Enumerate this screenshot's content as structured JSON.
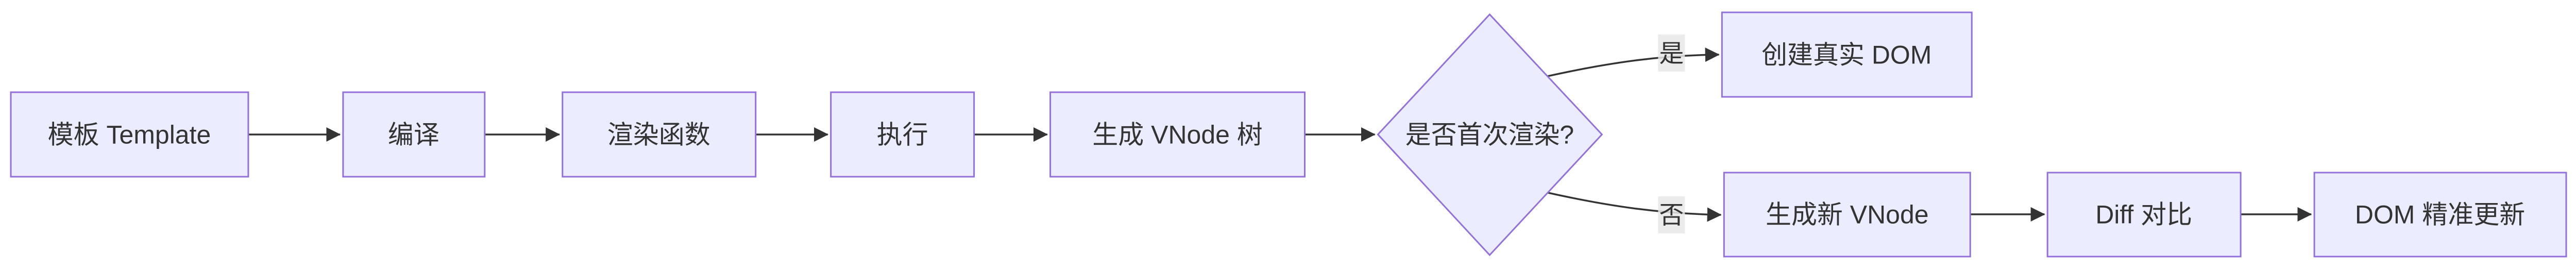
{
  "diagram": {
    "type": "flowchart",
    "direction": "left-to-right",
    "colors": {
      "node_fill": "#ECECFF",
      "node_border": "#9370DB",
      "edge": "#333333",
      "text": "#333333",
      "edge_label_bg": "#E8E8E8",
      "background": "#FFFFFF"
    },
    "nodes": [
      {
        "id": "template",
        "shape": "rectangle",
        "label": "模板 Template"
      },
      {
        "id": "compile",
        "shape": "rectangle",
        "label": "编译"
      },
      {
        "id": "render-function",
        "shape": "rectangle",
        "label": "渲染函数"
      },
      {
        "id": "execute",
        "shape": "rectangle",
        "label": "执行"
      },
      {
        "id": "generate-vnode-tree",
        "shape": "rectangle",
        "label": "生成 VNode 树"
      },
      {
        "id": "is-first-render",
        "shape": "diamond",
        "label": "是否首次渲染?"
      },
      {
        "id": "create-real-dom",
        "shape": "rectangle",
        "label": "创建真实 DOM"
      },
      {
        "id": "generate-new-vnode",
        "shape": "rectangle",
        "label": "生成新 VNode"
      },
      {
        "id": "diff-compare",
        "shape": "rectangle",
        "label": "Diff 对比"
      },
      {
        "id": "dom-precise-update",
        "shape": "rectangle",
        "label": "DOM 精准更新"
      }
    ],
    "edges": [
      {
        "from": "template",
        "to": "compile",
        "label": ""
      },
      {
        "from": "compile",
        "to": "render-function",
        "label": ""
      },
      {
        "from": "render-function",
        "to": "execute",
        "label": ""
      },
      {
        "from": "execute",
        "to": "generate-vnode-tree",
        "label": ""
      },
      {
        "from": "generate-vnode-tree",
        "to": "is-first-render",
        "label": ""
      },
      {
        "from": "is-first-render",
        "to": "create-real-dom",
        "label": "是"
      },
      {
        "from": "is-first-render",
        "to": "generate-new-vnode",
        "label": "否"
      },
      {
        "from": "generate-new-vnode",
        "to": "diff-compare",
        "label": ""
      },
      {
        "from": "diff-compare",
        "to": "dom-precise-update",
        "label": ""
      }
    ]
  }
}
